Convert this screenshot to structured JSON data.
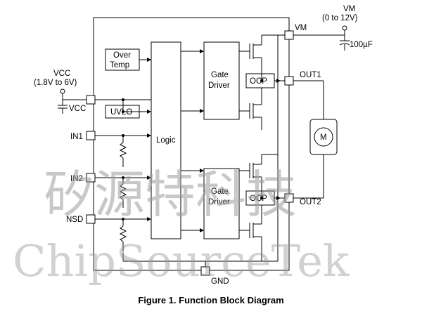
{
  "blocks": {
    "over_temp": [
      "Over",
      "Temp"
    ],
    "uvlo": "UVLO",
    "logic": "Logic",
    "gate_driver_top": [
      "Gate",
      "Driver"
    ],
    "gate_driver_bottom": [
      "Gate",
      "Driver"
    ],
    "ocp_top": "OCP",
    "ocp_bottom": "OCP",
    "motor": "M"
  },
  "pins": {
    "vcc": "VCC",
    "vcc_range": "(1.8V to 6V)",
    "vcc_cap": "VCC",
    "in1": "IN1",
    "in2": "IN2",
    "nsd": "NSD",
    "vm": "VM",
    "vm_ext": "VM",
    "vm_range": "(0 to 12V)",
    "vm_cap": "100µF",
    "out1": "OUT1",
    "out2": "OUT2",
    "gnd": "GND"
  },
  "watermark": {
    "chinese": "矽源特科技",
    "english": "ChipSourceTek"
  },
  "caption": "Figure 1. Function Block Diagram"
}
